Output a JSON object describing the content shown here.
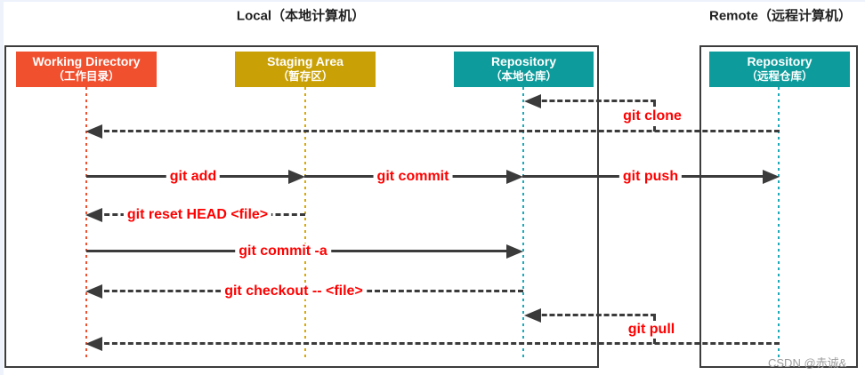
{
  "titles": {
    "local": "Local（本地计算机）",
    "remote": "Remote（远程计算机）"
  },
  "nodes": {
    "working_directory": {
      "title": "Working Directory",
      "subtitle": "（工作目录）",
      "color": "#f1502f"
    },
    "staging_area": {
      "title": "Staging Area",
      "subtitle": "（暂存区）",
      "color": "#c9a106"
    },
    "local_repository": {
      "title": "Repository",
      "subtitle": "（本地仓库）",
      "color": "#0d9b9b"
    },
    "remote_repository": {
      "title": "Repository",
      "subtitle": "（远程仓库）",
      "color": "#0d9b9b"
    }
  },
  "commands": {
    "git_clone": "git clone",
    "git_add": "git add",
    "git_commit": "git commit",
    "git_push": "git push",
    "git_reset_head": "git reset HEAD <file>",
    "git_commit_a": "git commit -a",
    "git_checkout": "git checkout -- <file>",
    "git_pull": "git pull"
  },
  "colors": {
    "arrow": "#3b3b3b",
    "command_label": "#ff0000",
    "red_lifeline": "#f1502f",
    "gold_lifeline": "#d8a90a",
    "teal_lifeline": "#1ca9b8",
    "container_border": "#3c3c3c"
  },
  "watermark": "CSDN @赤诚&"
}
